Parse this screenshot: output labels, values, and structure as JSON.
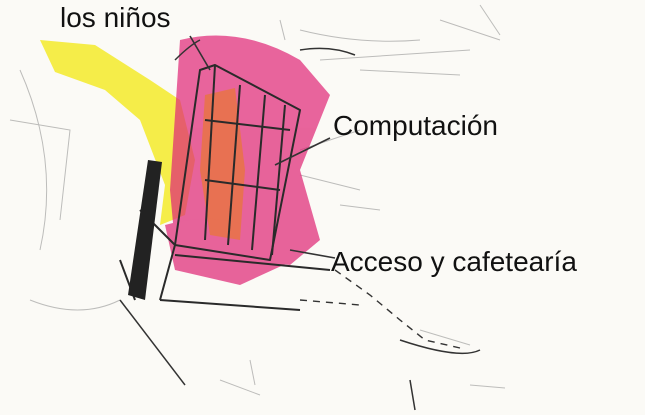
{
  "labels": {
    "children_area": "los niños",
    "computing": "Computación",
    "access_cafeteria": "Acceso y cafetearía"
  },
  "colors": {
    "yellow_zone": "#f3ea2a",
    "magenta_zone": "#e02a78",
    "orange_zone": "#e8763a",
    "ink": "#2a2a2a"
  }
}
